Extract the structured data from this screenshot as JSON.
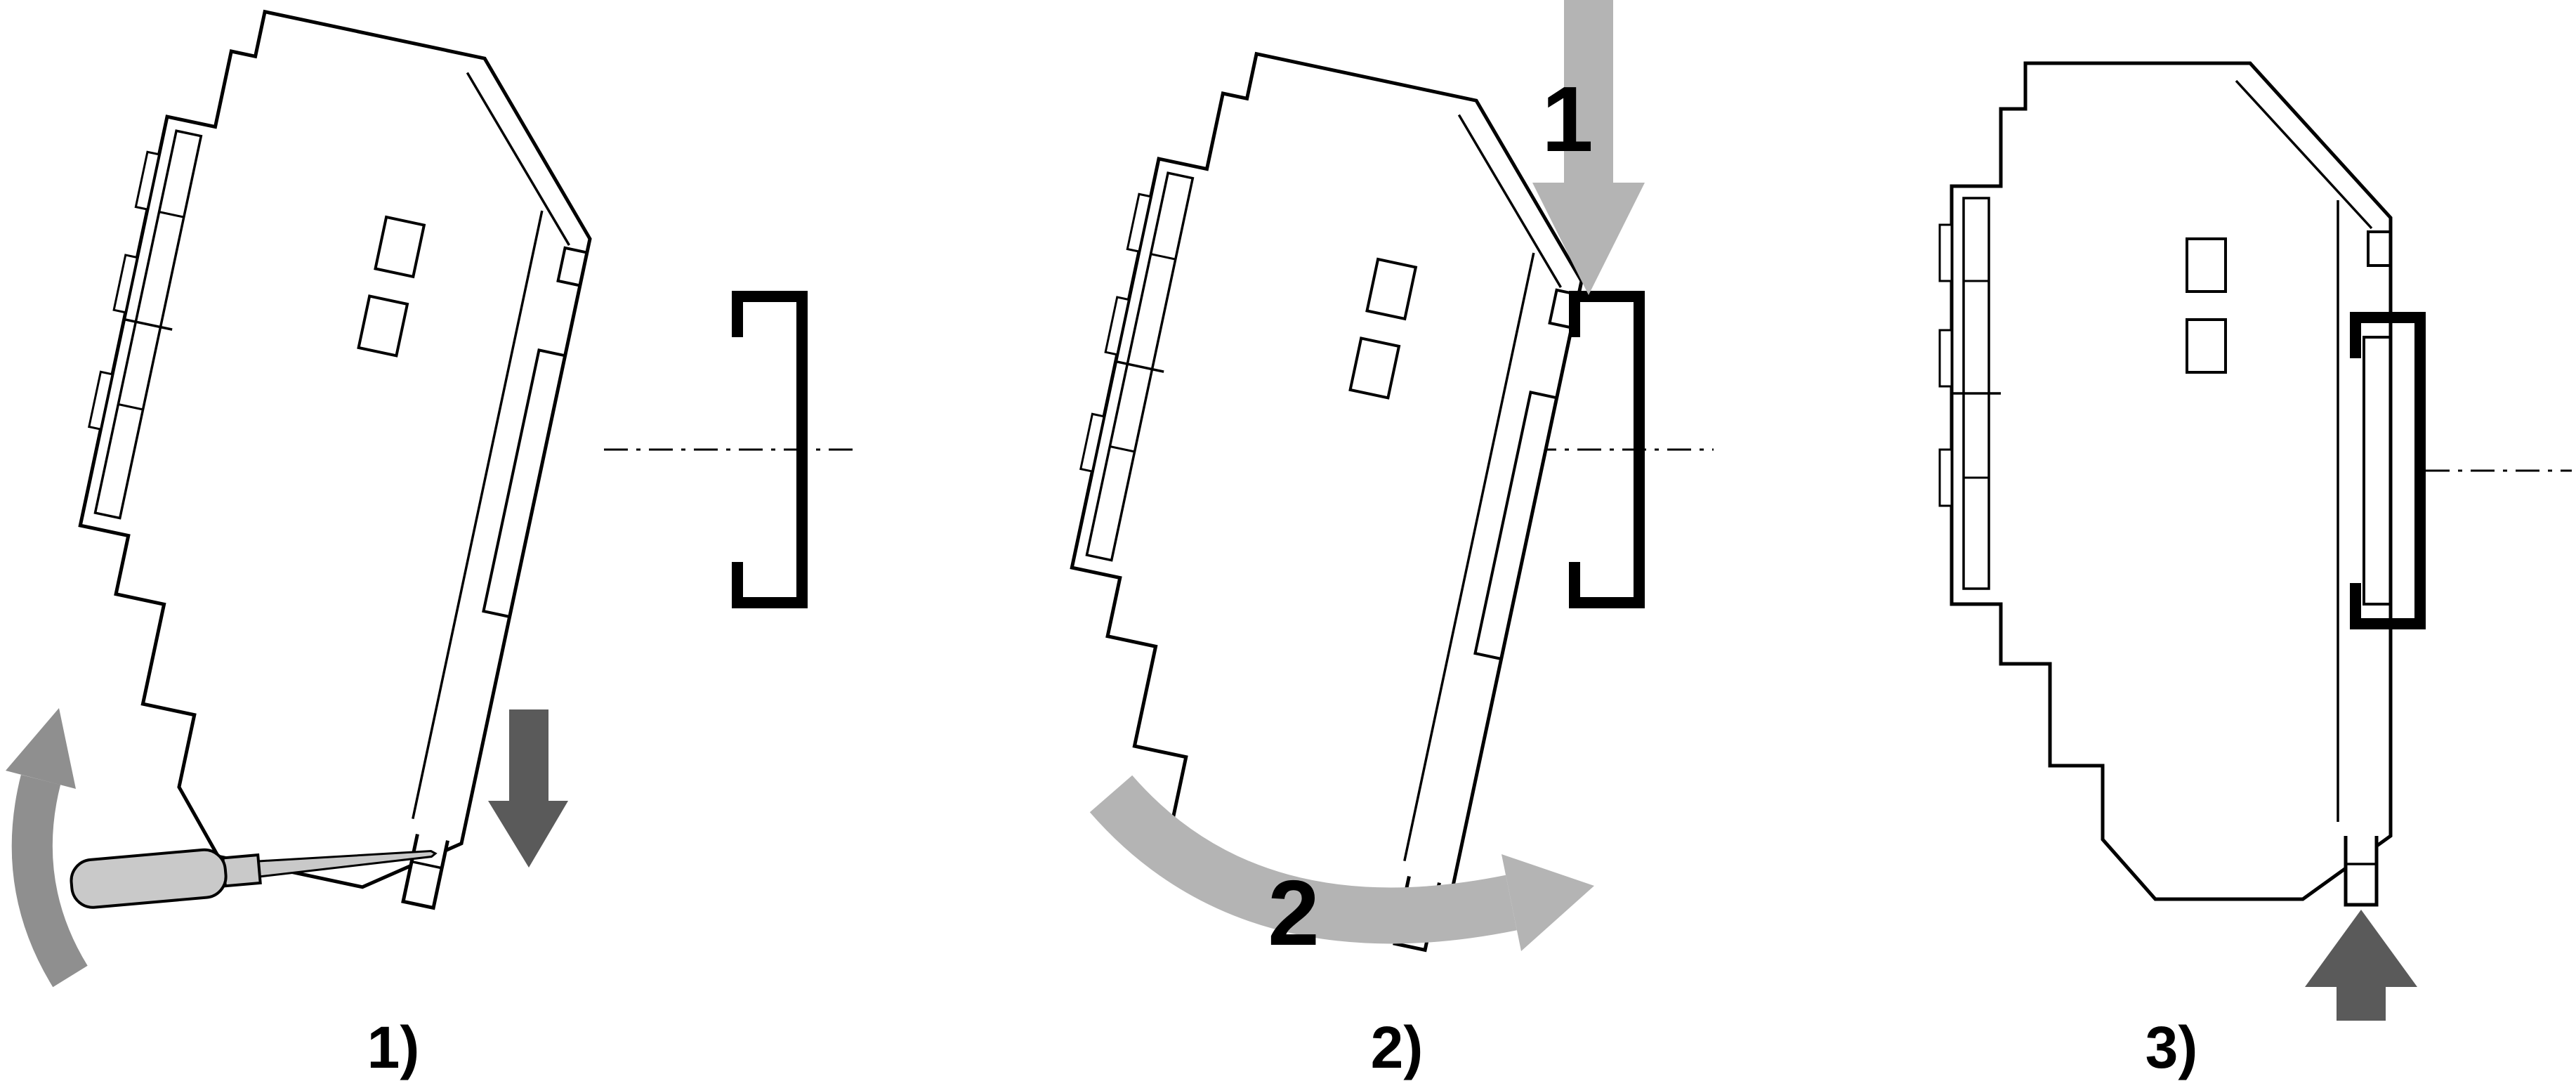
{
  "diagram": {
    "type": "din-rail-mounting-instructions",
    "steps": [
      {
        "label": "1)"
      },
      {
        "label": "2)",
        "arrow_labels": [
          "1",
          "2"
        ]
      },
      {
        "label": "3)"
      }
    ]
  },
  "colors": {
    "background": "#ffffff",
    "outline": "#000000",
    "arrow_light": "#b4b4b4",
    "arrow_medium": "#8f8f8f",
    "arrow_dark": "#5a5a5a",
    "tool_fill": "#c9c9c9"
  }
}
